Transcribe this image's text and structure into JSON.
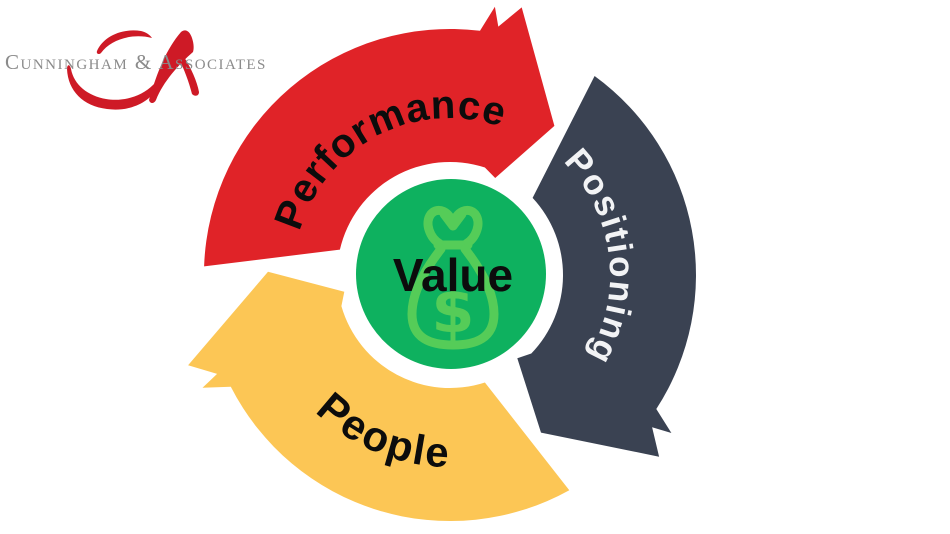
{
  "logo": {
    "company": "Cunningham & Associates",
    "mark": "ca-swoosh-monogram",
    "text_color": "#8b8b8b",
    "red": "#ce1a26"
  },
  "diagram": {
    "center_label": "Value",
    "center_icon": "money-bag",
    "dollar_glyph": "$",
    "center_color": "#0eb15f",
    "icon_color": "#55cc58",
    "gap_color": "#ffffff",
    "segments": [
      {
        "label": "Performance",
        "color": "#e02328",
        "text_color": "#0c0c0c"
      },
      {
        "label": "Positioning",
        "color": "#3a4252",
        "text_color": "#f2f3f5"
      },
      {
        "label": "People",
        "color": "#fcc655",
        "text_color": "#0c0c0c"
      }
    ]
  }
}
